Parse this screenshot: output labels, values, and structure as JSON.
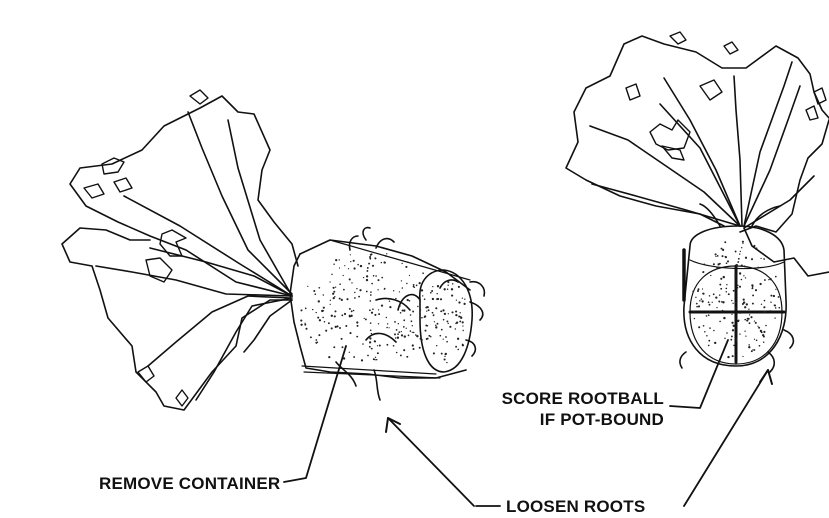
{
  "labels": {
    "remove_container": "REMOVE CONTAINER",
    "loosen_roots": "LOOSEN ROOTS",
    "score_rootball_line1": "SCORE ROOTBALL",
    "score_rootball_line2": "IF POT-BOUND"
  }
}
